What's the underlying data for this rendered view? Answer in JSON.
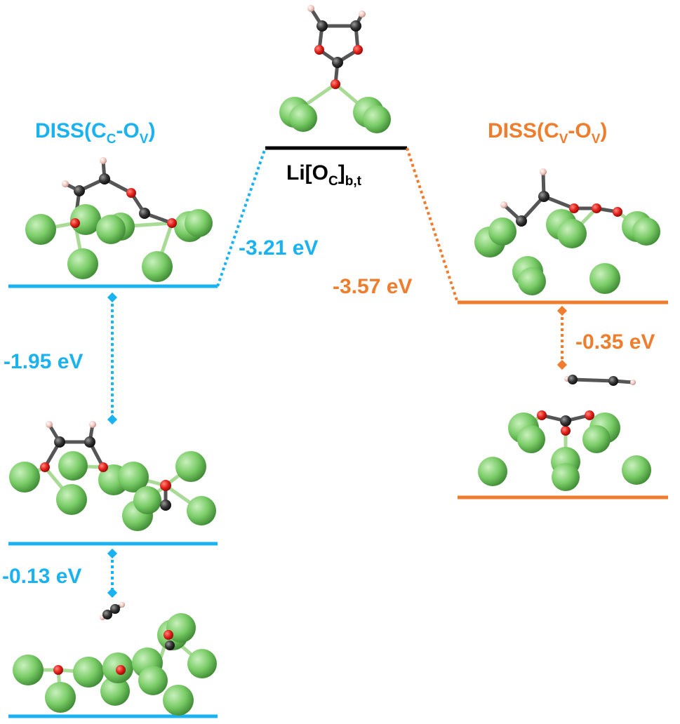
{
  "colors": {
    "blue": "#1ab2f0",
    "orange": "#ef7d2e",
    "black": "#000000",
    "li": "#7bd36a",
    "li_dark": "#4a9b3e",
    "o": "#e8231c",
    "c": "#333333",
    "h": "#f4c9c1",
    "bond": "#9fd48c"
  },
  "labels": {
    "left_title": {
      "main": "DISS(C",
      "sub1": "C",
      "mid": "-O",
      "sub2": "V",
      "end": ")"
    },
    "right_title": {
      "main": "DISS(C",
      "sub1": "V",
      "mid": "-O",
      "sub2": "V",
      "end": ")"
    },
    "center_state": {
      "main": "Li[O",
      "sub1": "C",
      "mid": "]",
      "sub2": "b,t"
    }
  },
  "energies": {
    "left_step": "-3.21 eV",
    "right_step": "-3.57 eV",
    "left_diff_1": "-1.95 eV",
    "left_diff_2": "-0.13 eV",
    "right_diff_1": "-0.35 eV"
  }
}
